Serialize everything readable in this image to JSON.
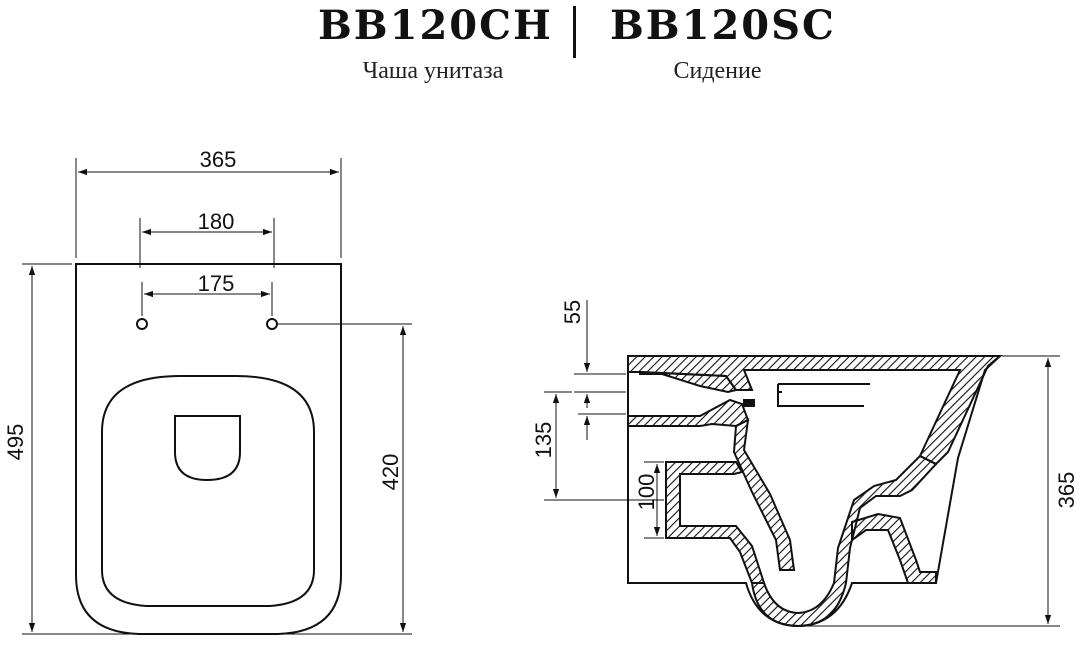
{
  "header": {
    "bowl_code": "BB120CH",
    "seat_code": "BB120SC",
    "bowl_name": "Чаша унитаза",
    "seat_name": "Сидение"
  },
  "top_view": {
    "dim_width": "365",
    "dim_mount_outer": "180",
    "dim_mount_inner": "175",
    "dim_length": "495",
    "dim_mount_to_front": "420"
  },
  "side_view": {
    "dim_top": "55",
    "dim_inlet": "135",
    "dim_outlet": "100",
    "dim_height": "365"
  }
}
